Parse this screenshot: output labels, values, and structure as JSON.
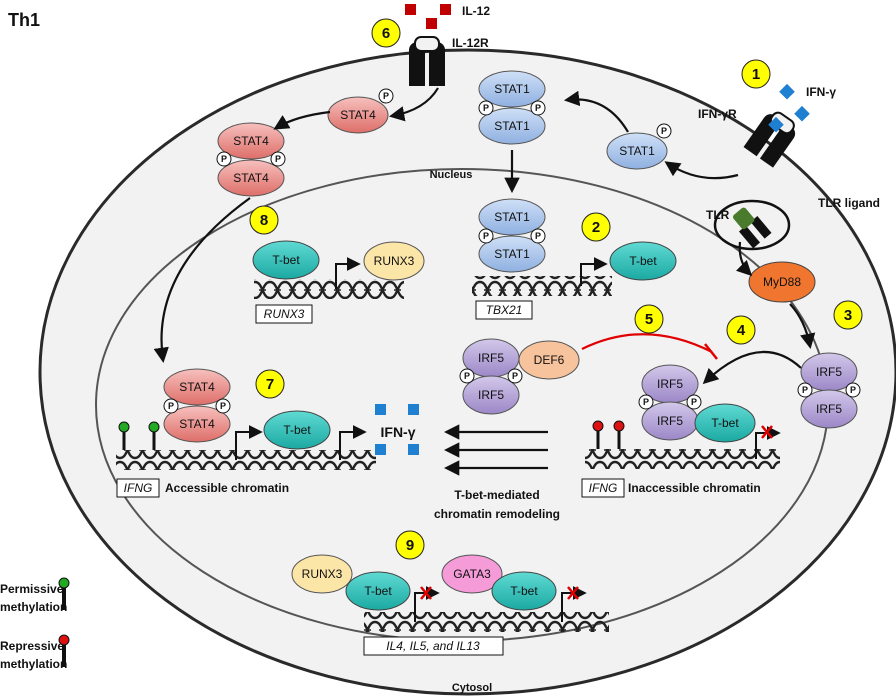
{
  "title": "Th1",
  "ligands": {
    "il12": "IL-12",
    "il12r": "IL-12R",
    "ifng": "IFN-γ",
    "ifngr": "IFN-γR",
    "tlr_ligand": "TLR ligand",
    "tlr": "TLR"
  },
  "compartments": {
    "nucleus": "Nucleus",
    "cytosol": "Cytosol"
  },
  "steps": [
    "1",
    "2",
    "3",
    "4",
    "5",
    "6",
    "7",
    "8",
    "9"
  ],
  "molecules": {
    "stat1": "STAT1",
    "stat4": "STAT4",
    "tbet": "T-bet",
    "runx3": "RUNX3",
    "myd88": "MyD88",
    "irf5": "IRF5",
    "def6": "DEF6",
    "gata3": "GATA3",
    "ifng_product": "IFN-γ",
    "phospho": "P"
  },
  "genes": {
    "runx3": "RUNX3",
    "tbx21": "TBX21",
    "ifng": "IFNG",
    "th2_cluster": "IL4, IL5, and IL13"
  },
  "chromatin": {
    "accessible": "Accessible chromatin",
    "inaccessible": "Inaccessible chromatin",
    "remodeling_line1": "T-bet-mediated",
    "remodeling_line2": "chromatin remodeling"
  },
  "legend": {
    "permissive_line1": "Permissive",
    "permissive_line2": "methylation",
    "repressive_line1": "Repressive",
    "repressive_line2": "methylation"
  },
  "colors": {
    "stat1": "#a9c4ea",
    "stat4": "#e98a86",
    "tbet": "#2ec4bd",
    "runx3": "#fbe6a8",
    "myd88": "#f0762f",
    "irf5": "#b7a6d6",
    "def6": "#f6c39c",
    "gata3": "#f49bd8",
    "ligand_il12": "#c00000",
    "ligand_ifng": "#1f7fd1",
    "step_badge": "#ffff00",
    "inhibition": "#e00000",
    "permissive_dot": "#22aa22",
    "repressive_dot": "#dd1111"
  }
}
